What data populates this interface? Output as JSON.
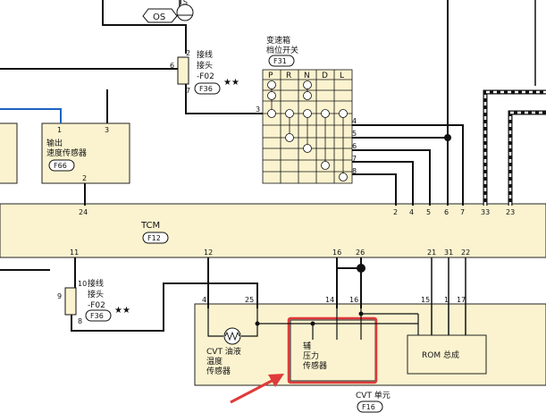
{
  "top": {
    "os_label": "OS",
    "ts_label": "TS"
  },
  "junction_upper": {
    "pin_left": "6",
    "pin_top": "2",
    "pin_bottom": "7",
    "label_1": "接线",
    "label_2": "接头",
    "label_3": "-F02",
    "tag": "F36",
    "stars": "★★"
  },
  "range_switch": {
    "title_1": "变速箱",
    "title_2": "档位开关",
    "tag": "F31",
    "positions": [
      "P",
      "R",
      "N",
      "D",
      "L"
    ],
    "pin_in": "3",
    "pins_out": [
      "4",
      "5",
      "6",
      "7",
      "8"
    ]
  },
  "speed_sensor": {
    "pins": [
      "1",
      "3",
      "2"
    ],
    "label_1": "输出",
    "label_2": "速度传感器",
    "tag": "F66"
  },
  "tcm": {
    "title": "TCM",
    "tag": "F12",
    "top_pins": [
      "24",
      "2",
      "4",
      "5",
      "6",
      "7",
      "33",
      "23"
    ],
    "bottom_pins": [
      "11",
      "12",
      "16",
      "26",
      "21",
      "31",
      "22"
    ]
  },
  "junction_lower": {
    "pin_left": "9",
    "pin_top": "10",
    "pin_bottom": "8",
    "label_1": "接线",
    "label_2": "接头",
    "label_3": "-F02",
    "tag": "F36",
    "stars": "★★"
  },
  "cvt_unit": {
    "pins": [
      "4",
      "25",
      "14",
      "16",
      "15",
      "1",
      "17"
    ],
    "temp_sensor_1": "CVT 油液",
    "temp_sensor_2": "温度",
    "temp_sensor_3": "传感器",
    "pressure_sensor_1": "辅",
    "pressure_sensor_2": "压力",
    "pressure_sensor_3": "传感器",
    "rom_label": "ROM 总成",
    "title": "CVT 单元",
    "tag": "F16"
  }
}
